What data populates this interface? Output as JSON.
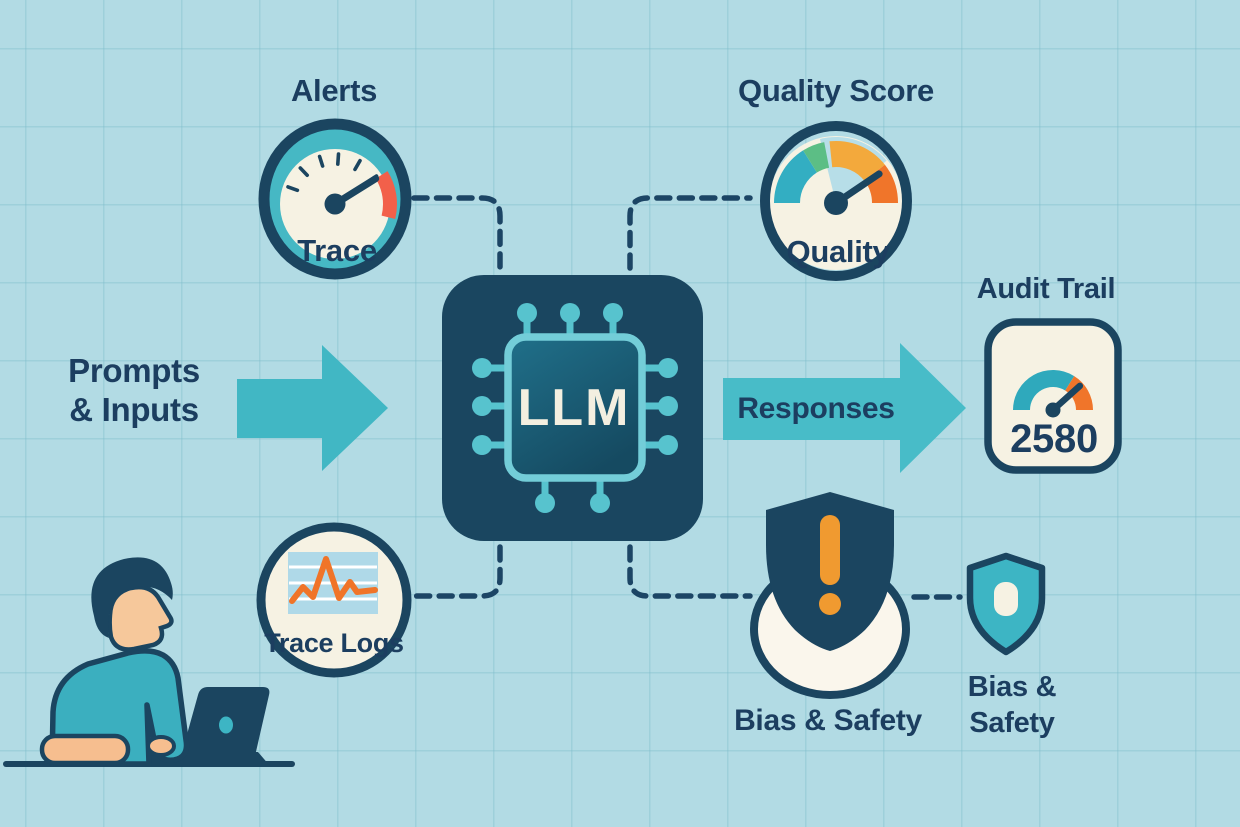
{
  "colors": {
    "background": "#B2DBE4",
    "navy": "#1B4560",
    "text_navy": "#1C3E60",
    "teal_arrow": "#41B7C4",
    "teal_pin": "#57C3CE",
    "cream": "#F6F2E3",
    "orange": "#F0752A",
    "amber": "#F3A93C",
    "red_segment": "#F2604A",
    "green_segment": "#5CBE85",
    "exclamation_orange": "#F09A30",
    "shield_teal": "#3DB5C4",
    "chart_panel_blue": "#AFD9E8",
    "chart_line_orange": "#F07428",
    "skin": "#F6BE8F",
    "shirt_teal": "#3BAFBF"
  },
  "nodes": {
    "alerts_gauge": {
      "title": "Alerts",
      "label": "Trace",
      "icon": "speedometer-gauge-icon"
    },
    "quality_gauge": {
      "title": "Quality Score",
      "label": "Quality",
      "icon": "quality-gauge-icon"
    },
    "audit_trail": {
      "title": "Audit Trail",
      "value": "2580",
      "icon": "audit-gauge-icon"
    },
    "llm_chip": {
      "label": "LLM",
      "icon": "cpu-chip-icon"
    },
    "prompts_input": {
      "line1": "Prompts",
      "line2": "& Inputs"
    },
    "responses_arrow": {
      "label": "Responses"
    },
    "trace_logs": {
      "label": "Trace Logs",
      "icon": "line-chart-icon"
    },
    "bias_safety": {
      "label": "Bias & Safety",
      "icon": "warning-shield-icon"
    },
    "bias_safety_badge": {
      "line1": "Bias &",
      "line2": "Safety",
      "icon": "lock-shield-icon"
    }
  },
  "illustration": {
    "person": "person-typing-on-laptop"
  }
}
